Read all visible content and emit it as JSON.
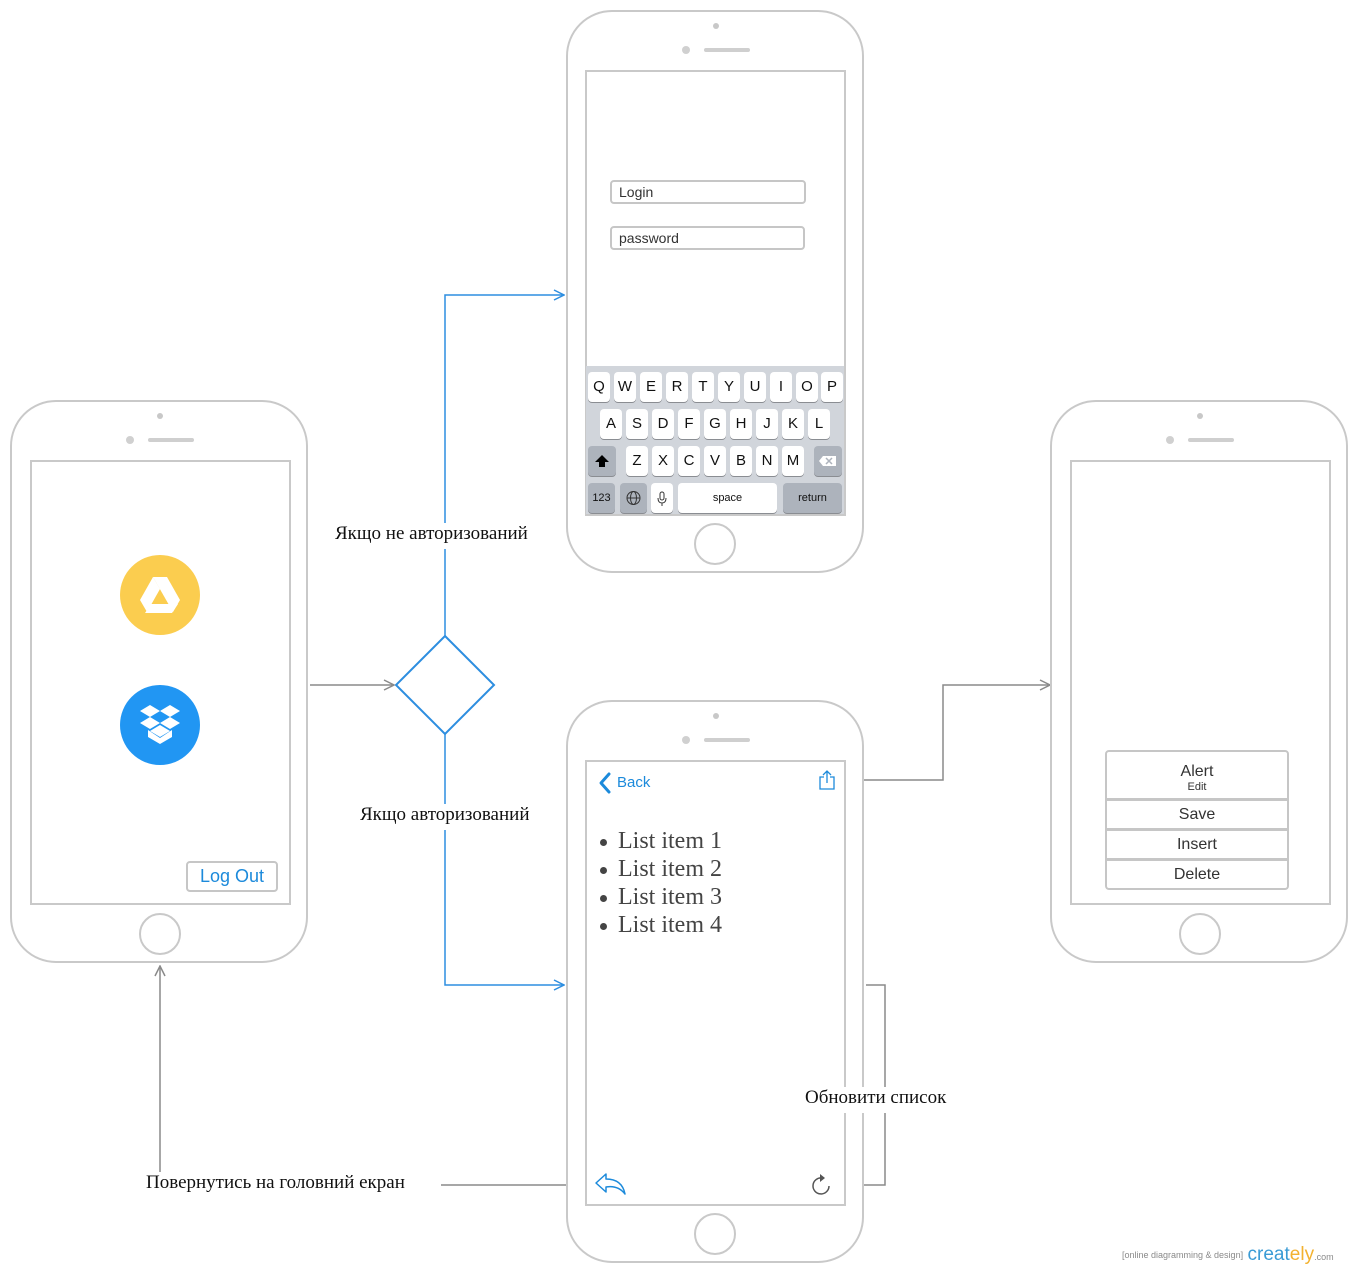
{
  "login_screen": {
    "login_placeholder": "Login",
    "password_placeholder": "password",
    "keyboard": {
      "row1": [
        "Q",
        "W",
        "E",
        "R",
        "T",
        "Y",
        "U",
        "I",
        "O",
        "P"
      ],
      "row2": [
        "A",
        "S",
        "D",
        "F",
        "G",
        "H",
        "J",
        "K",
        "L"
      ],
      "row3": [
        "Z",
        "X",
        "C",
        "V",
        "B",
        "N",
        "M"
      ],
      "numbers_key": "123",
      "space_key": "space",
      "return_key": "return",
      "shift_icon": "shift-arrow-icon",
      "globe_icon": "globe-icon",
      "mic_icon": "microphone-icon",
      "delete_icon": "backspace-icon"
    }
  },
  "home_screen": {
    "services": [
      {
        "icon": "google-drive-icon",
        "color": "#fbcd4f"
      },
      {
        "icon": "dropbox-icon",
        "color": "#2196f3"
      }
    ],
    "logout_label": "Log Out"
  },
  "list_screen": {
    "back_label": "Back",
    "share_icon": "share-icon",
    "items": [
      "List item 1",
      "List item 2",
      "List item 3",
      "List item 4"
    ],
    "return_icon": "reply-arrow-icon",
    "refresh_icon": "refresh-icon"
  },
  "action_screen": {
    "alert_title": "Alert",
    "alert_subtitle": "Edit",
    "actions": [
      "Save",
      "Insert",
      "Delete"
    ]
  },
  "flow_labels": {
    "not_authorized": "Якщо не авторизований",
    "authorized": "Якщо авторизований",
    "refresh_list": "Обновити список",
    "return_home": "Повернутись на головний екран"
  },
  "watermark": {
    "tagline": "[online diagramming & design]",
    "brand_prefix": "creat",
    "brand_accent": "ely",
    "brand_suffix": ".com"
  },
  "colors": {
    "flow_blue": "#2d8ee0",
    "flow_gray": "#8a8a8a",
    "link_blue": "#1c8adb",
    "phone_outline": "#c9c9c9"
  }
}
